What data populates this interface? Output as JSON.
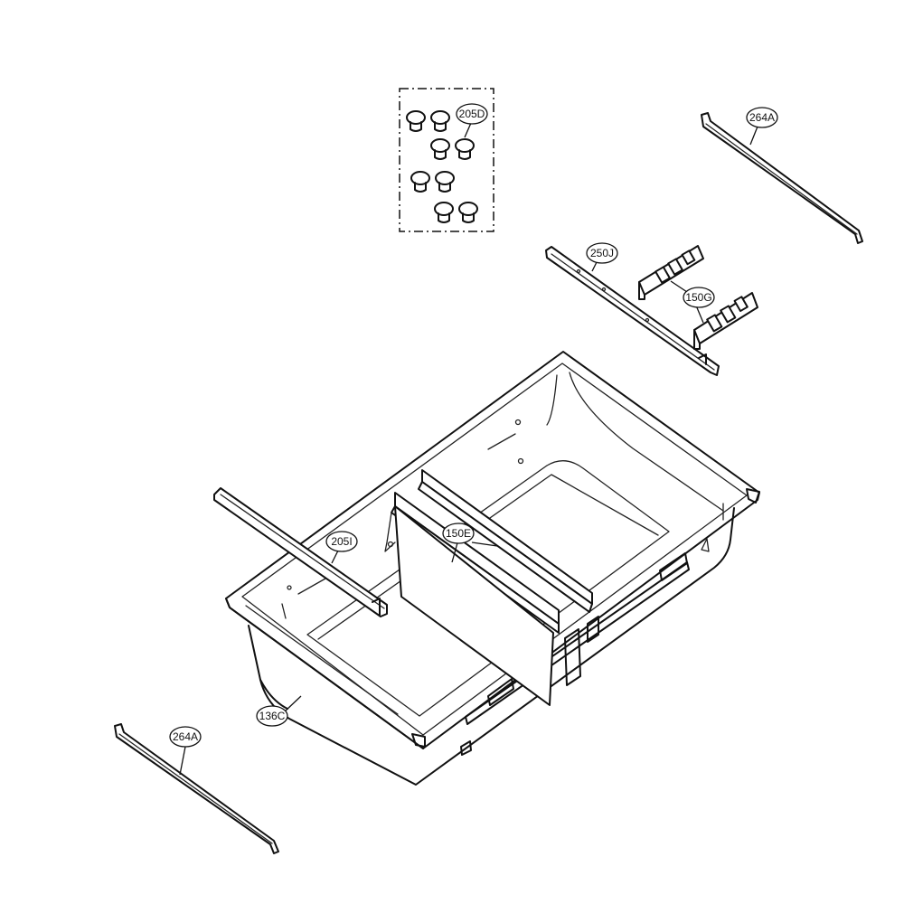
{
  "callouts": {
    "c205d": "205D",
    "c264a_top": "264A",
    "c250j": "250J",
    "c150g": "150G",
    "c150e": "150E",
    "c205i": "205I",
    "c136c": "136C",
    "c264a_bottom": "264A"
  },
  "colors": {
    "line": "#111111",
    "background": "#ffffff"
  }
}
